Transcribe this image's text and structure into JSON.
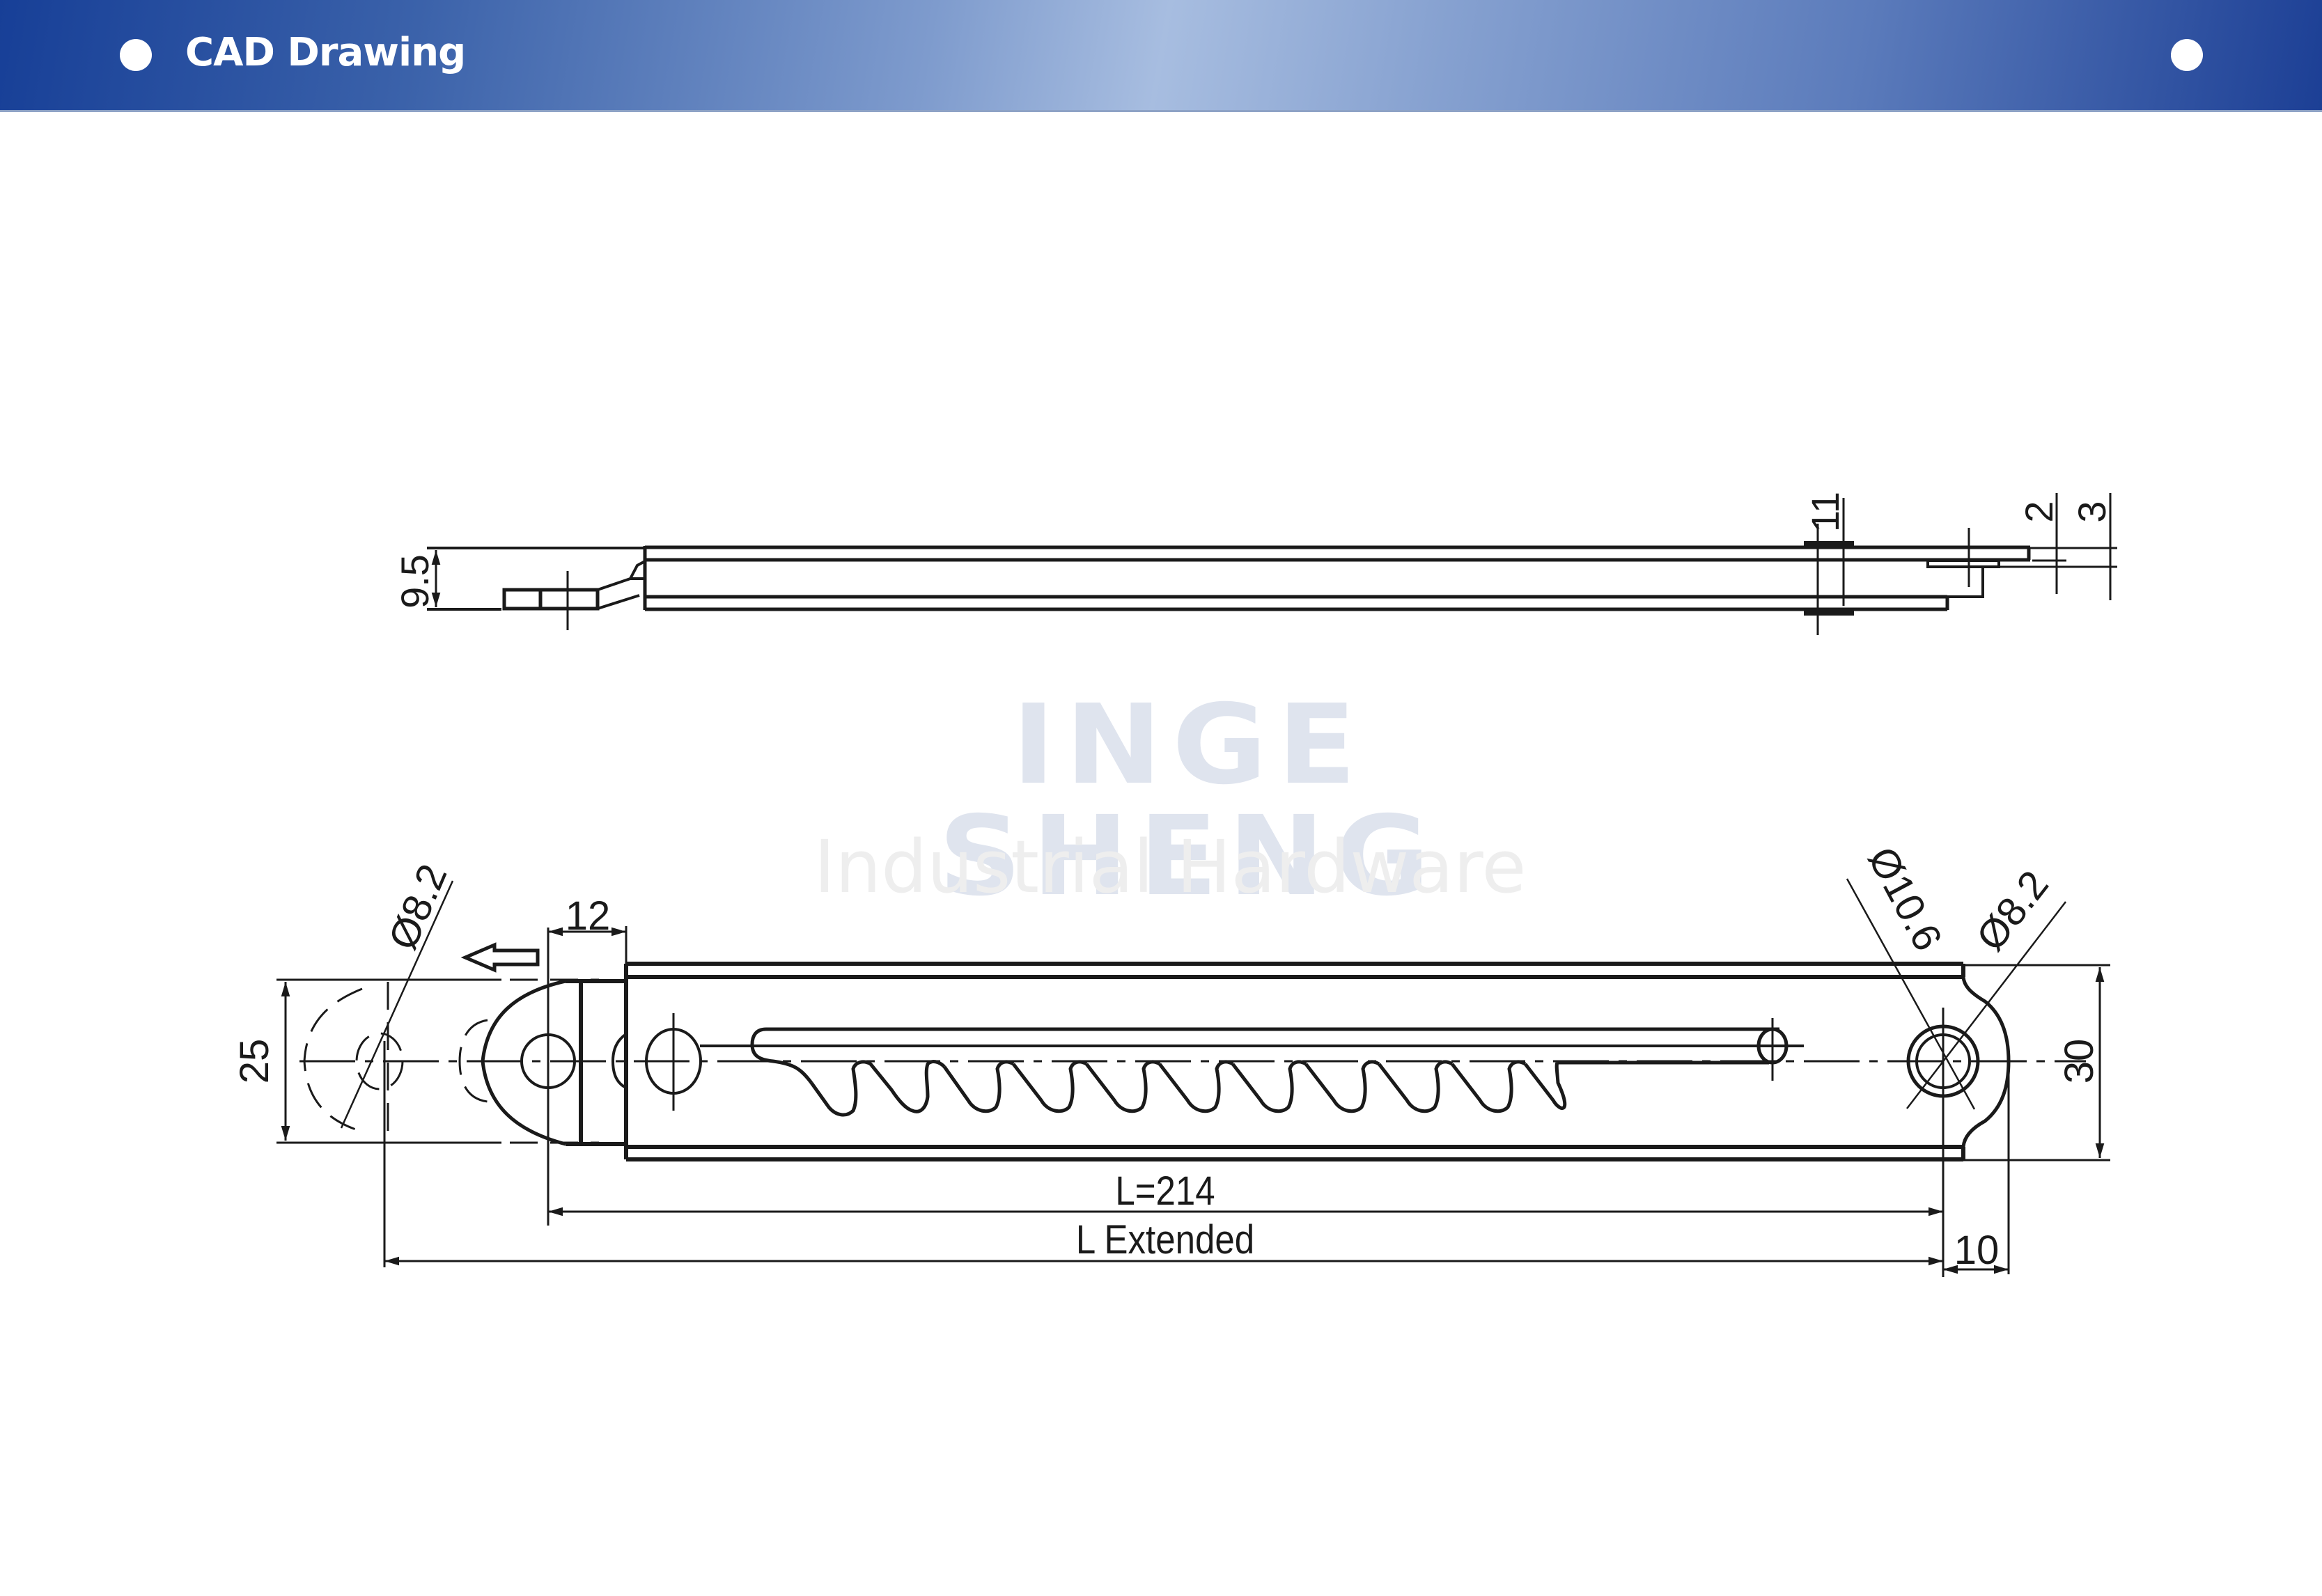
{
  "header": {
    "title": "CAD Drawing",
    "gradient_colors": [
      "#173f97",
      "#a7bde0",
      "#1c3f95"
    ]
  },
  "watermark": {
    "brand": "INGE SHENG",
    "subtitle": "Industrial Hardware",
    "brand_color": "#dfe4ee",
    "subtitle_color": "#eeeeee"
  },
  "drawing": {
    "side_view": {
      "dimensions": {
        "height": "9.5",
        "pin_width": "11",
        "tab_thickness": "2",
        "tab_offset": "3"
      }
    },
    "plan_view": {
      "dimensions": {
        "left_hole_diameter": "Ø8.2",
        "left_end_offset": "12",
        "left_width": "25",
        "right_outer_diameter": "Ø10.6",
        "right_hole_diameter": "Ø8.2",
        "right_width": "30",
        "length": "L=214",
        "length_extended": "L Extended",
        "right_end_offset": "10"
      },
      "direction_arrow": "left-arrow-icon",
      "slot_notches": 10
    }
  }
}
